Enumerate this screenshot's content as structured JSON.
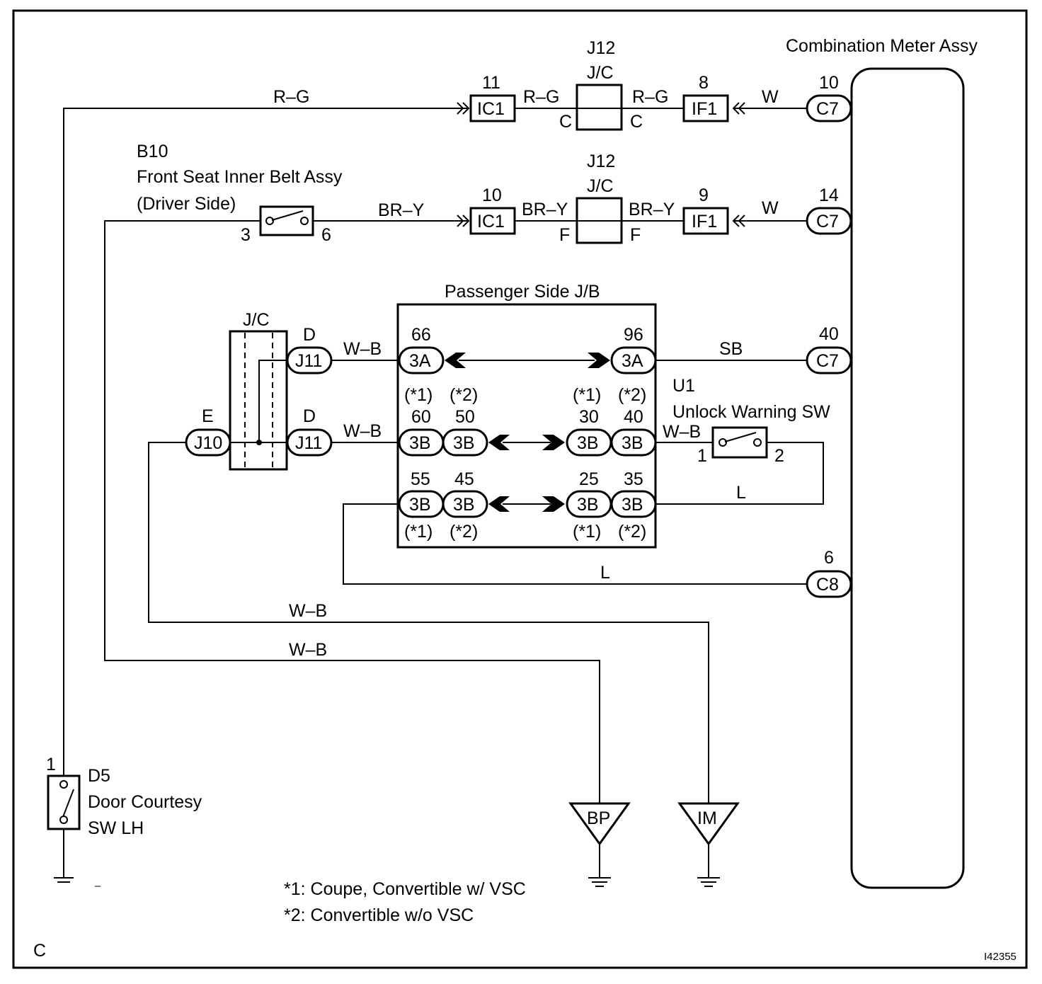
{
  "combination_meter": {
    "label": "Combination Meter Assy"
  },
  "j12_top": {
    "id": "J12",
    "type": "J/C",
    "pin_left": "C",
    "pin_right": "C"
  },
  "j12_mid": {
    "id": "J12",
    "type": "J/C",
    "pin_left": "F",
    "pin_right": "F"
  },
  "row1": {
    "wire_left": "R–G",
    "ic1_pin": "11",
    "ic1": "IC1",
    "wire_mid": "R–G",
    "wire_right": "R–G",
    "if1_pin": "8",
    "if1": "IF1",
    "wire_meter": "W",
    "c7_pin": "10",
    "c7": "C7"
  },
  "b10": {
    "id": "B10",
    "name": "Front Seat Inner Belt Assy",
    "side": "(Driver Side)",
    "pin_a": "3",
    "pin_b": "6"
  },
  "row2": {
    "wire_left": "BR–Y",
    "ic1_pin": "10",
    "ic1": "IC1",
    "wire_mid": "BR–Y",
    "wire_right": "BR–Y",
    "if1_pin": "9",
    "if1": "IF1",
    "wire_meter": "W",
    "c7_pin": "14",
    "c7": "C7"
  },
  "jc_left": {
    "label": "J/C",
    "j11_top_pin": "D",
    "j11_top": "J11",
    "j11_bot_pin": "D",
    "j11_bot": "J11",
    "j10_pin": "E",
    "j10": "J10"
  },
  "passenger_jb": {
    "label": "Passenger Side J/B"
  },
  "jb_row1": {
    "wire_in": "W–B",
    "pin_l": "66",
    "conn_l": "3A",
    "pin_r": "96",
    "conn_r": "3A",
    "wire_out": "SB",
    "c7_pin": "40",
    "c7": "C7"
  },
  "jb_row2": {
    "wire_in": "W–B",
    "note_l1": "(*1)",
    "note_l2": "(*2)",
    "note_r1": "(*1)",
    "note_r2": "(*2)",
    "pin_l1": "60",
    "conn_l1": "3B",
    "pin_l2": "50",
    "conn_l2": "3B",
    "pin_r1": "30",
    "conn_r1": "3B",
    "pin_r2": "40",
    "conn_r2": "3B",
    "wire_out": "W–B"
  },
  "jb_row3": {
    "pin_l1": "55",
    "conn_l1": "3B",
    "pin_l2": "45",
    "conn_l2": "3B",
    "pin_r1": "25",
    "conn_r1": "3B",
    "pin_r2": "35",
    "conn_r2": "3B",
    "note_l1": "(*1)",
    "note_l2": "(*2)",
    "note_r1": "(*1)",
    "note_r2": "(*2)",
    "wire_out": "L"
  },
  "u1": {
    "id": "U1",
    "name": "Unlock Warning SW",
    "pin_a": "1",
    "pin_b": "2"
  },
  "c8": {
    "wire": "L",
    "pin": "6",
    "label": "C8"
  },
  "ground_wires": {
    "im_wire": "W–B",
    "bp_wire": "W–B"
  },
  "grounds": {
    "bp": "BP",
    "im": "IM"
  },
  "d5": {
    "pin": "1",
    "id": "D5",
    "name_1": "Door Courtesy",
    "name_2": "SW LH",
    "mark": "–"
  },
  "notes": {
    "n1": "*1: Coupe, Convertible w/ VSC",
    "n2": "*2: Convertible w/o VSC"
  },
  "corner": {
    "letter": "C",
    "figure_id": "I42355"
  }
}
